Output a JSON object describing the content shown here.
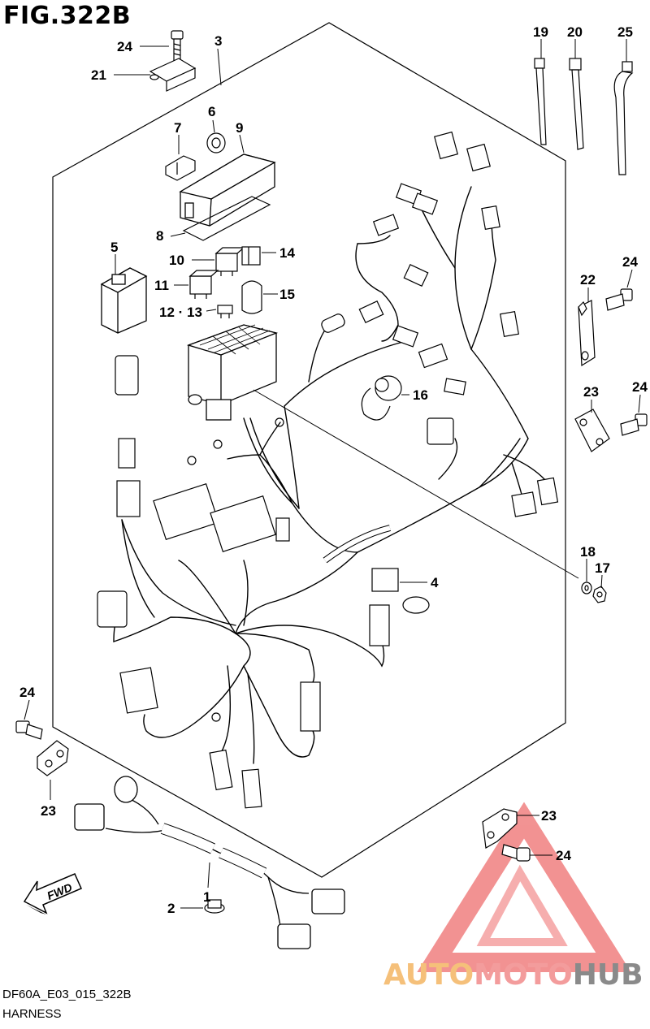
{
  "figure": {
    "title": "FIG.322B",
    "code": "DF60A_E03_015_322B",
    "name": "HARNESS",
    "fwd_label": "FWD"
  },
  "watermark": {
    "part1": "AUTO",
    "part2": "MOTO",
    "part3": "HUB",
    "colors": {
      "auto": "#f5c07a",
      "moto": "#f39c9c",
      "hub": "#8a8a8a",
      "triangle": "#f08080"
    }
  },
  "callouts": {
    "c1": "1",
    "c2": "2",
    "c3": "3",
    "c4": "4",
    "c5": "5",
    "c6": "6",
    "c7": "7",
    "c8": "8",
    "c9": "9",
    "c10": "10",
    "c11": "11",
    "c12_13": "12 · 13",
    "c14": "14",
    "c15": "15",
    "c16": "16",
    "c17": "17",
    "c18": "18",
    "c19": "19",
    "c20": "20",
    "c21": "21",
    "c22": "22",
    "c23a": "23",
    "c23b": "23",
    "c23c": "23",
    "c24a": "24",
    "c24b": "24",
    "c24c": "24",
    "c24d": "24",
    "c24e": "24",
    "c25": "25"
  }
}
